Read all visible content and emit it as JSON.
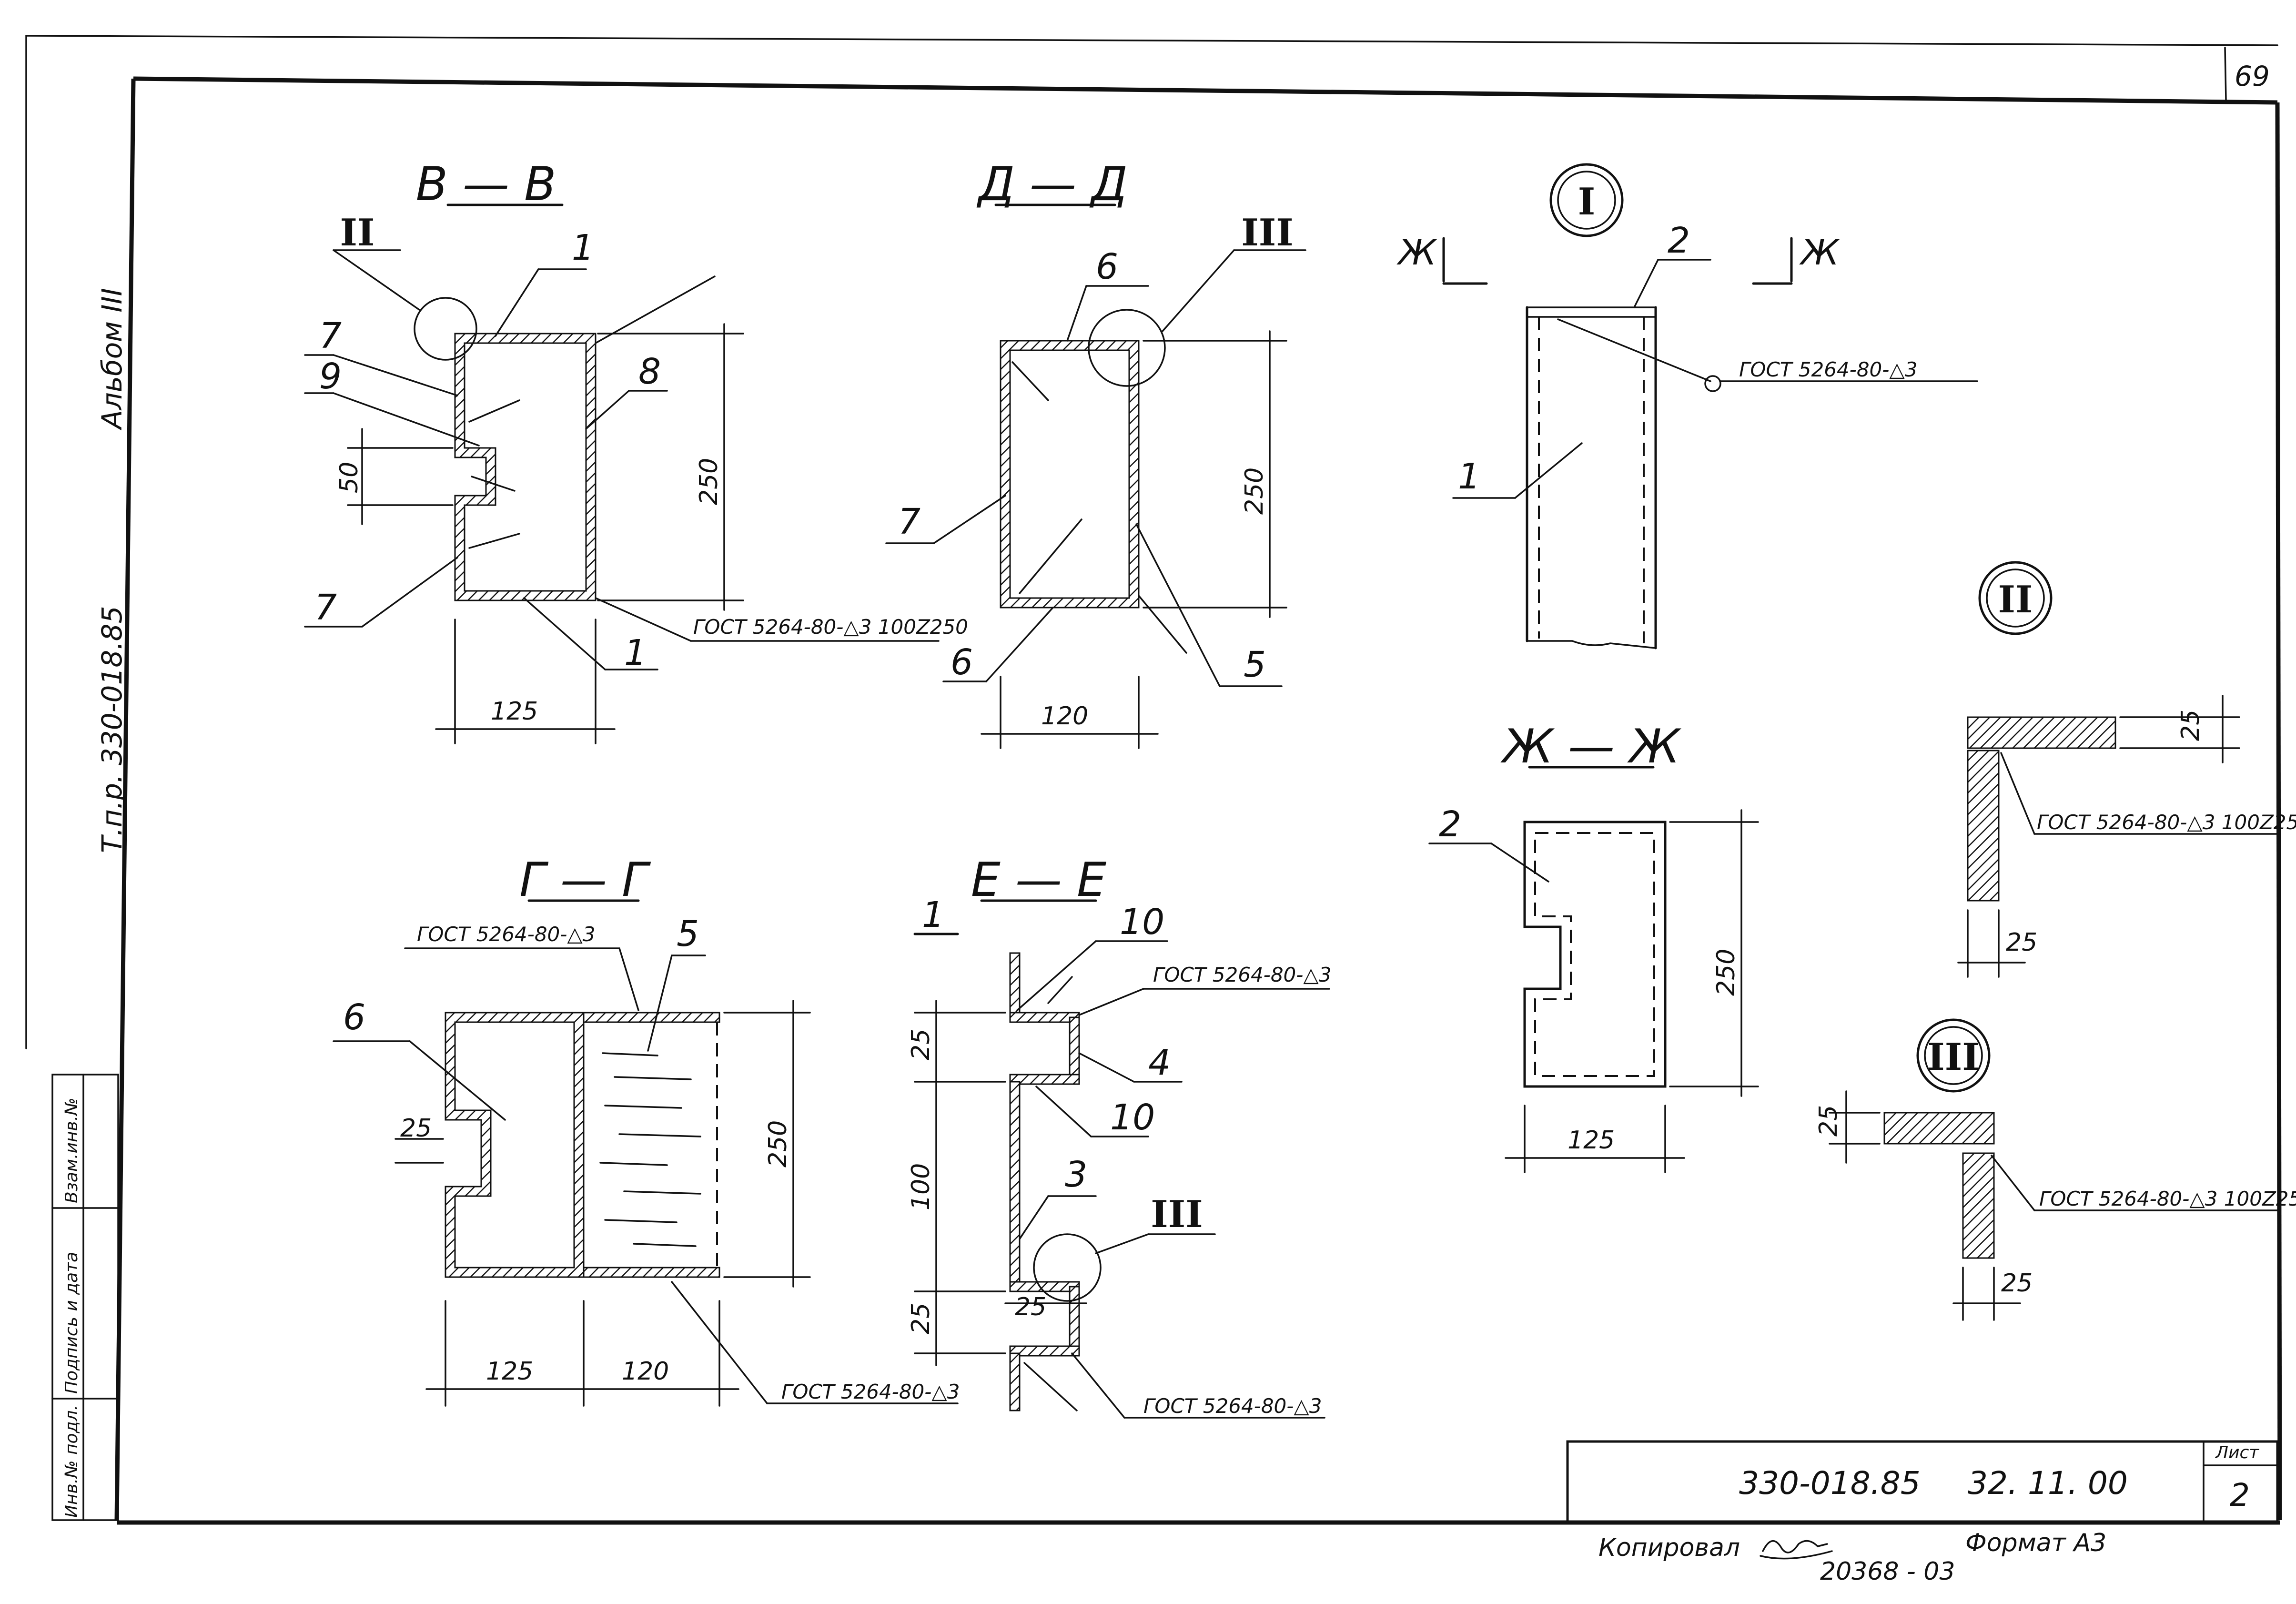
{
  "sheet": {
    "page_number": "69",
    "album": "Альбом III",
    "series": "Т.п.р. 330-018.85",
    "stamps": [
      "Взам.инв.№",
      "Подпись и дата",
      "Инв.№ подл."
    ]
  },
  "sections": {
    "vv": "В — В",
    "dd": "Д — Д",
    "gg": "Г — Г",
    "ee": "Е — Е",
    "zhzh": "Ж — Ж",
    "zh_mark": "Ж"
  },
  "nodes": {
    "n1": "I",
    "n2": "II",
    "n3": "III"
  },
  "positions": {
    "p1": "1",
    "p2": "2",
    "p3": "3",
    "p4": "4",
    "p5": "5",
    "p6": "6",
    "p7": "7",
    "p8": "8",
    "p9": "9",
    "p10": "10"
  },
  "dims": {
    "d25": "25",
    "d50": "50",
    "d100": "100",
    "d120": "120",
    "d125": "125",
    "d250": "250"
  },
  "welds": {
    "w_basic": "ГОСТ 5264-80-△3",
    "w_100z250": "ГОСТ 5264-80-△3 100Z250"
  },
  "title_block": {
    "doc_code": "330-018.85",
    "sheet_code": "32. 11. 00",
    "sheet_label": "Лист",
    "sheet_no": "2",
    "copied": "Копировал",
    "format": "Формат А3",
    "archive_no": "20368 - 03"
  }
}
